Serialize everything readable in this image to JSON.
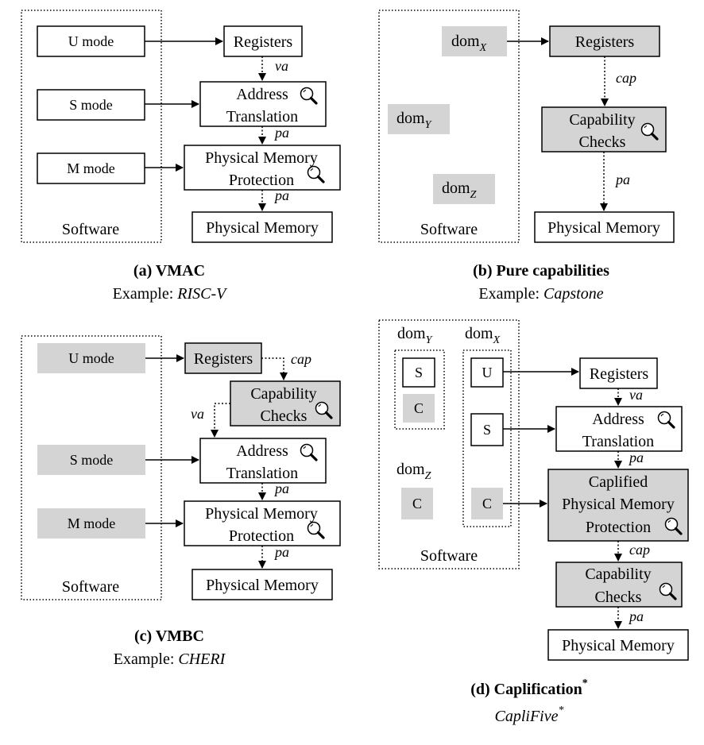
{
  "panel_a": {
    "u_mode": "U mode",
    "s_mode": "S mode",
    "m_mode": "M mode",
    "software": "Software",
    "registers": "Registers",
    "address_1": "Address",
    "translation": "Translation",
    "pmp_1": "Physical Memory",
    "pmp_2": "Protection",
    "physical_memory": "Physical Memory",
    "va": "va",
    "pa1": "pa",
    "pa2": "pa",
    "caption_title": "(a) VMAC",
    "caption_example": "Example: ",
    "caption_example_value": "RISC-V"
  },
  "panel_b": {
    "dom": "dom",
    "sub_x": "X",
    "sub_y": "Y",
    "sub_z": "Z",
    "software": "Software",
    "registers": "Registers",
    "capability": "Capability",
    "checks": "Checks",
    "physical_memory": "Physical Memory",
    "cap": "cap",
    "pa": "pa",
    "caption_title": "(b) Pure capabilities",
    "caption_example": "Example: ",
    "caption_example_value": "Capstone"
  },
  "panel_c": {
    "u_mode": "U mode",
    "s_mode": "S mode",
    "m_mode": "M mode",
    "software": "Software",
    "registers": "Registers",
    "capability": "Capability",
    "checks": "Checks",
    "address_1": "Address",
    "translation": "Translation",
    "pmp_1": "Physical Memory",
    "pmp_2": "Protection",
    "physical_memory": "Physical Memory",
    "cap": "cap",
    "va": "va",
    "pa1": "pa",
    "pa2": "pa",
    "caption_title": "(c) VMBC",
    "caption_example": "Example: ",
    "caption_example_value": "CHERI"
  },
  "panel_d": {
    "dom": "dom",
    "sub_x": "X",
    "sub_y": "Y",
    "sub_z": "Z",
    "s_y": "S",
    "c_y": "C",
    "c_z": "C",
    "u_x": "U",
    "s_x": "S",
    "c_x": "C",
    "software": "Software",
    "registers": "Registers",
    "address_1": "Address",
    "translation": "Translation",
    "caplified": "Caplified",
    "pmp_1": "Physical Memory",
    "pmp_2": "Protection",
    "capability": "Capability",
    "checks": "Checks",
    "physical_memory": "Physical Memory",
    "va": "va",
    "pa1": "pa",
    "cap": "cap",
    "pa2": "pa",
    "caption_title": "(d) Caplification",
    "caption_star": "*",
    "caption_example_value": "CapliFive",
    "caption_star2": "*"
  },
  "icons": {
    "magnifier": "magnifier-icon"
  }
}
